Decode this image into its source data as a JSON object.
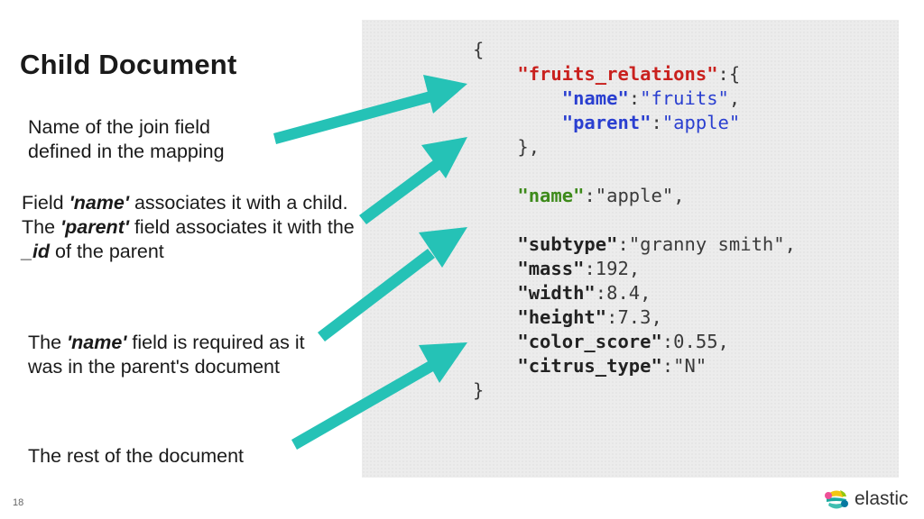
{
  "slide": {
    "title": "Child Document",
    "page_number": "18"
  },
  "notes": {
    "join_field": {
      "line1": "Name of the join field",
      "line2": "defined in the mapping"
    },
    "name_field": {
      "part1": "Field ",
      "bold1": "'name'",
      "part2": " associates it with a child.",
      "part3": "The ",
      "bold2": "'parent'",
      "part4": " field associates it with the ",
      "bold3": "_id",
      "part5": " of the parent"
    },
    "required": {
      "part1": "The ",
      "bold1": "'name'",
      "part2": " field is required as it was in the parent's document"
    },
    "rest": "The rest of the document"
  },
  "code": {
    "open_brace": "{",
    "relations_key": "\"fruits_relations\"",
    "relations_open": ":{",
    "rel_name_key": "\"name\"",
    "rel_name_val": "\"fruits\"",
    "rel_parent_key": "\"parent\"",
    "rel_parent_val": "\"apple\"",
    "relations_close": "},",
    "name_key": "\"name\"",
    "name_val": "\"apple\"",
    "subtype_key": "\"subtype\"",
    "subtype_val": "\"granny smith\"",
    "mass_key": "\"mass\"",
    "mass_val": "192",
    "width_key": "\"width\"",
    "width_val": "8.4",
    "height_key": "\"height\"",
    "height_val": "7.3",
    "color_key": "\"color_score\"",
    "color_val": "0.55",
    "citrus_key": "\"citrus_type\"",
    "citrus_val": "\"N\"",
    "close_brace": "}"
  },
  "logo": {
    "text": "elastic"
  },
  "colors": {
    "arrow": "#25c2b6",
    "key_red": "#c9211e",
    "key_blue": "#2a3fd0",
    "key_green": "#3d8a1a"
  }
}
